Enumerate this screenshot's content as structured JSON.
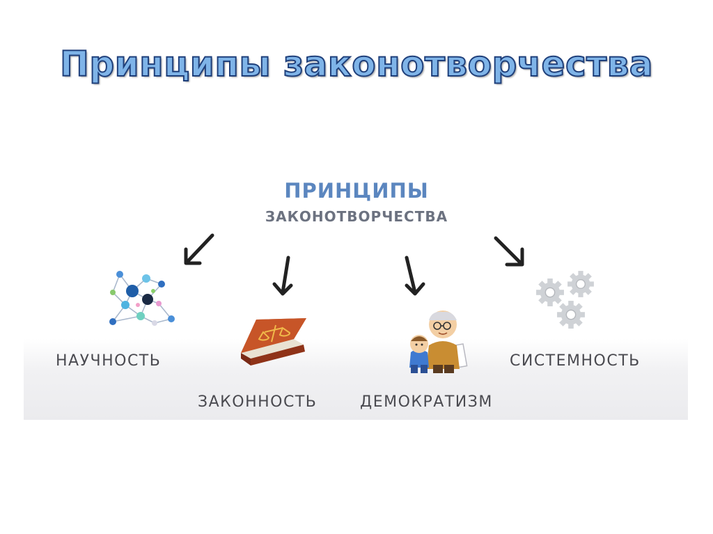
{
  "slide": {
    "title": "Принципы законотворчества"
  },
  "diagram": {
    "heading_line1": "ПРИНЦИПЫ",
    "heading_line2": "ЗАКОНОТВОРЧЕСТВА",
    "principles": [
      {
        "label": "НАУЧНОСТЬ",
        "icon": "molecule-network-icon"
      },
      {
        "label": "ЗАКОННОСТЬ",
        "icon": "law-book-icon"
      },
      {
        "label": "ДЕМОКРАТИЗМ",
        "icon": "people-icon"
      },
      {
        "label": "СИСТЕМНОСТЬ",
        "icon": "gears-icon"
      }
    ],
    "colors": {
      "title_fill": "#7fb4e8",
      "title_outline": "#1f3f7a",
      "heading_blue": "#5b86bf",
      "heading_gray": "#6c7280",
      "label_text": "#4a4a50",
      "arrow": "#222222"
    }
  }
}
